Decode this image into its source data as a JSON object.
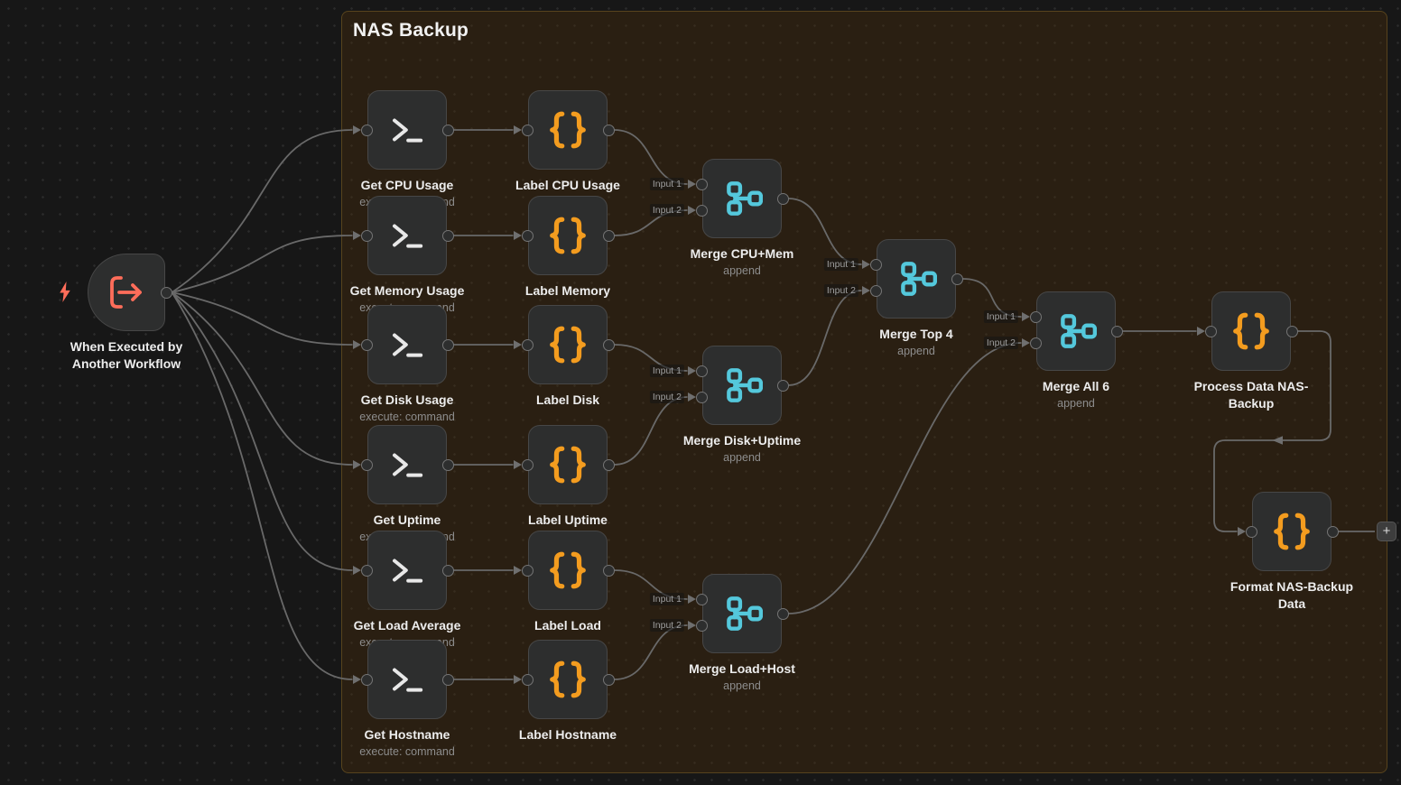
{
  "group": {
    "title": "NAS Backup"
  },
  "port_labels": {
    "input1": "Input 1",
    "input2": "Input 2"
  },
  "plus_label": "+",
  "colors": {
    "canvas_bg": "#171717",
    "group_fill": "rgba(77,46,9,0.35)",
    "node_fill": "#2d2e2e",
    "wire": "#696969",
    "terminal_icon": "#e8e8e8",
    "code_icon": "#f39c1f",
    "merge_icon": "#54c8dc",
    "trigger_icon": "#ff6d5a",
    "title_text": "#ededed",
    "subtitle_text": "#8d8d8d"
  },
  "nodes": [
    {
      "id": "trigger",
      "kind": "trigger",
      "title": "When Executed by Another Workflow",
      "subtitle": "",
      "icon": "workflow-input-icon"
    },
    {
      "id": "get-cpu",
      "kind": "command",
      "title": "Get CPU Usage",
      "subtitle": "execute: command",
      "icon": "terminal-icon"
    },
    {
      "id": "get-memory",
      "kind": "command",
      "title": "Get Memory Usage",
      "subtitle": "execute: command",
      "icon": "terminal-icon"
    },
    {
      "id": "get-disk",
      "kind": "command",
      "title": "Get Disk Usage",
      "subtitle": "execute: command",
      "icon": "terminal-icon"
    },
    {
      "id": "get-uptime",
      "kind": "command",
      "title": "Get Uptime",
      "subtitle": "execute: command",
      "icon": "terminal-icon"
    },
    {
      "id": "get-load",
      "kind": "command",
      "title": "Get Load Average",
      "subtitle": "execute: command",
      "icon": "terminal-icon"
    },
    {
      "id": "get-hostname",
      "kind": "command",
      "title": "Get Hostname",
      "subtitle": "execute: command",
      "icon": "terminal-icon"
    },
    {
      "id": "label-cpu",
      "kind": "code",
      "title": "Label CPU Usage",
      "subtitle": "",
      "icon": "code-braces-icon"
    },
    {
      "id": "label-memory",
      "kind": "code",
      "title": "Label Memory",
      "subtitle": "",
      "icon": "code-braces-icon"
    },
    {
      "id": "label-disk",
      "kind": "code",
      "title": "Label Disk",
      "subtitle": "",
      "icon": "code-braces-icon"
    },
    {
      "id": "label-uptime",
      "kind": "code",
      "title": "Label Uptime",
      "subtitle": "",
      "icon": "code-braces-icon"
    },
    {
      "id": "label-load",
      "kind": "code",
      "title": "Label Load",
      "subtitle": "",
      "icon": "code-braces-icon"
    },
    {
      "id": "label-hostname",
      "kind": "code",
      "title": "Label Hostname",
      "subtitle": "",
      "icon": "code-braces-icon"
    },
    {
      "id": "merge-cpu-mem",
      "kind": "merge",
      "title": "Merge CPU+Mem",
      "subtitle": "append",
      "icon": "merge-icon"
    },
    {
      "id": "merge-disk-uptime",
      "kind": "merge",
      "title": "Merge Disk+Uptime",
      "subtitle": "append",
      "icon": "merge-icon"
    },
    {
      "id": "merge-load-host",
      "kind": "merge",
      "title": "Merge Load+Host",
      "subtitle": "append",
      "icon": "merge-icon"
    },
    {
      "id": "merge-top4",
      "kind": "merge",
      "title": "Merge Top 4",
      "subtitle": "append",
      "icon": "merge-icon"
    },
    {
      "id": "merge-all6",
      "kind": "merge",
      "title": "Merge All 6",
      "subtitle": "append",
      "icon": "merge-icon"
    },
    {
      "id": "process-data",
      "kind": "code",
      "title": "Process Data NAS-Backup",
      "subtitle": "",
      "icon": "code-braces-icon"
    },
    {
      "id": "format-data",
      "kind": "code",
      "title": "Format NAS-Backup Data",
      "subtitle": "",
      "icon": "code-braces-icon"
    }
  ],
  "connections": [
    {
      "from": "trigger",
      "to": "get-cpu"
    },
    {
      "from": "trigger",
      "to": "get-memory"
    },
    {
      "from": "trigger",
      "to": "get-disk"
    },
    {
      "from": "trigger",
      "to": "get-uptime"
    },
    {
      "from": "trigger",
      "to": "get-load"
    },
    {
      "from": "trigger",
      "to": "get-hostname"
    },
    {
      "from": "get-cpu",
      "to": "label-cpu"
    },
    {
      "from": "get-memory",
      "to": "label-memory"
    },
    {
      "from": "get-disk",
      "to": "label-disk"
    },
    {
      "from": "get-uptime",
      "to": "label-uptime"
    },
    {
      "from": "get-load",
      "to": "label-load"
    },
    {
      "from": "get-hostname",
      "to": "label-hostname"
    },
    {
      "from": "label-cpu",
      "to": "merge-cpu-mem",
      "input": 1
    },
    {
      "from": "label-memory",
      "to": "merge-cpu-mem",
      "input": 2
    },
    {
      "from": "label-disk",
      "to": "merge-disk-uptime",
      "input": 1
    },
    {
      "from": "label-uptime",
      "to": "merge-disk-uptime",
      "input": 2
    },
    {
      "from": "label-load",
      "to": "merge-load-host",
      "input": 1
    },
    {
      "from": "label-hostname",
      "to": "merge-load-host",
      "input": 2
    },
    {
      "from": "merge-cpu-mem",
      "to": "merge-top4",
      "input": 1
    },
    {
      "from": "merge-disk-uptime",
      "to": "merge-top4",
      "input": 2
    },
    {
      "from": "merge-top4",
      "to": "merge-all6",
      "input": 1
    },
    {
      "from": "merge-load-host",
      "to": "merge-all6",
      "input": 2
    },
    {
      "from": "merge-all6",
      "to": "process-data"
    },
    {
      "from": "process-data",
      "to": "format-data",
      "style": "loop"
    },
    {
      "from": "format-data",
      "to": "plus-button"
    }
  ]
}
